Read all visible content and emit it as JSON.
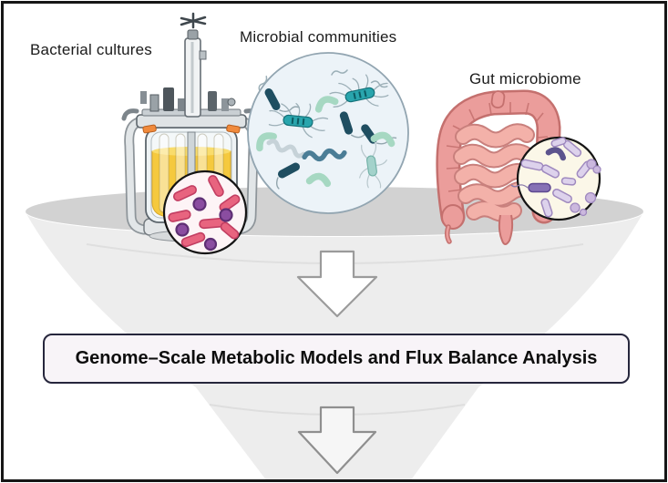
{
  "labels": {
    "bacterial_cultures": "Bacterial cultures",
    "microbial_communities": "Microbial communities",
    "gut_microbiome": "Gut microbiome"
  },
  "box": {
    "title": "Genome–Scale Metabolic Models and Flux Balance Analysis",
    "background": "#f8f4f8",
    "border_color": "#26263c"
  },
  "illustrations": [
    {
      "name": "bioreactor-illustration",
      "caption_ref": "bacterial_cultures",
      "liquid_color": "#f5c93e",
      "accent_color": "#f08a3c"
    },
    {
      "name": "bacterial-culture-inset",
      "rod_color": "#e8647f",
      "coccus_color": "#8a4da0",
      "background": "#fdf4f6"
    },
    {
      "name": "microbial-communities-circle",
      "background": "#ecf3f8",
      "dark_rod_color": "#1f4e61",
      "teal_rod_color": "#29a5ad",
      "vibrio_color": "#a6d8c2",
      "spirillum_color": "#4a7d96"
    },
    {
      "name": "gut-intestine-illustration",
      "fill_color": "#eb9d9b",
      "outline_color": "#c4706e"
    },
    {
      "name": "gut-microbiome-inset",
      "background": "#fbf7e8",
      "light_rod_color": "#ddd2ec",
      "dark_rod_color": "#8671b5"
    },
    {
      "name": "funnel-shape",
      "mouth_color": "#d2d2d2",
      "body_color": "#ededed"
    },
    {
      "name": "down-arrow-top",
      "fill": "#ffffff",
      "stroke": "#9b9b9b"
    },
    {
      "name": "down-arrow-bottom",
      "fill": "#f6f6f6",
      "stroke": "#8f8f8f"
    }
  ]
}
